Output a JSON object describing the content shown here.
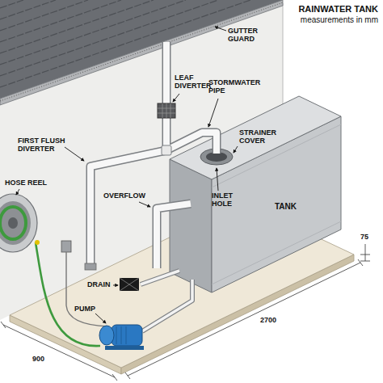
{
  "diagram": {
    "title": "RAINWATER TANK",
    "labels": [
      "measurements in mm",
      "GUTTER GUARD",
      "LEAF DIVERTER",
      "STORMWATER PIPE",
      "FIRST FLUSH DIVERTER",
      "HOSE REEL",
      "STRAINER COVER",
      "OVERFLOW",
      "INLET HOLE",
      "TANK",
      "75",
      "DRAIN",
      "PUMP",
      "2700",
      "900"
    ]
  }
}
